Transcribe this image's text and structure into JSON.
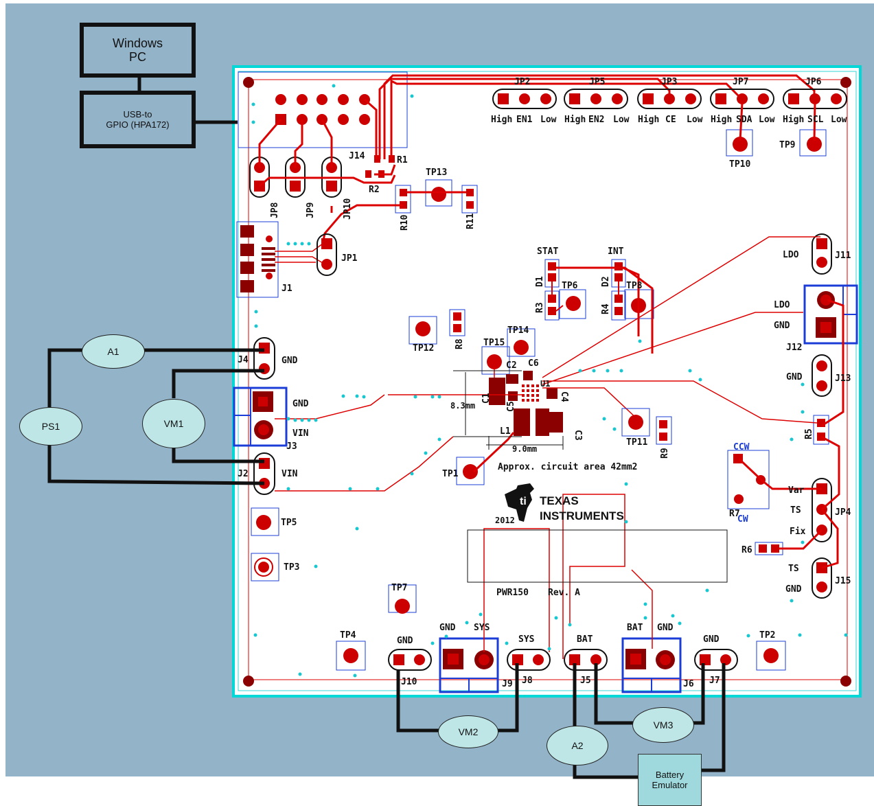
{
  "blocks": {
    "pc": {
      "line1": "Windows",
      "line2": "PC"
    },
    "usb": {
      "line1": "USB-to",
      "line2": "GPIO (HPA172)"
    },
    "battery": {
      "line1": "Battery",
      "line2": "Emulator"
    }
  },
  "instruments": {
    "a1": "A1",
    "ps1": "PS1",
    "vm1": "VM1",
    "vm2": "VM2",
    "vm3": "VM3",
    "a2": "A2"
  },
  "board": {
    "jumpers_top": {
      "jp2": {
        "name": "JP2",
        "left": "High",
        "mid": "EN1",
        "right": "Low"
      },
      "jp5": {
        "name": "JP5",
        "left": "High",
        "mid": "EN2",
        "right": "Low"
      },
      "jp3": {
        "name": "JP3",
        "left": "High",
        "mid": "CE",
        "right": "Low"
      },
      "jp7": {
        "name": "JP7",
        "left": "High",
        "mid": "SDA",
        "right": "Low"
      },
      "jp6": {
        "name": "JP6",
        "left": "High",
        "mid": "SCL",
        "right": "Low"
      }
    },
    "refs": {
      "tp10": "TP10",
      "tp9": "TP9",
      "j14": "J14",
      "r1": "R1",
      "r2": "R2",
      "tp13": "TP13",
      "jp8": "JP8",
      "jp9": "JP9",
      "jp10": "JP10",
      "r10": "R10",
      "r11": "R11",
      "jp1": "JP1",
      "j1": "J1",
      "stat": "STAT",
      "int": "INT",
      "d1": "D1",
      "d2": "D2",
      "tp6": "TP6",
      "tp8": "TP8",
      "r3": "R3",
      "r4": "R4",
      "ldo": "LDO",
      "j11": "J11",
      "j12_ldo": "LDO",
      "j12_gnd": "GND",
      "j12": "J12",
      "j13_gnd": "GND",
      "j13": "J13",
      "tp12": "TP12",
      "r8": "R8",
      "tp14": "TP14",
      "tp15": "TP15",
      "c1": "C1",
      "c2": "C2",
      "c3": "C3",
      "c4": "C4",
      "c5": "C5",
      "c6": "C6",
      "u1": "U1",
      "l1": "L1",
      "dim_h": "8.3mm",
      "dim_w": "9.0mm",
      "area": "Approx. circuit area 42mm2",
      "tp11": "TP11",
      "r9": "R9",
      "r5": "R5",
      "j4": "J4",
      "j4_gnd": "GND",
      "j3": "J3",
      "j3_gnd": "GND",
      "j3_vin": "VIN",
      "j2": "J2",
      "j2_vin": "VIN",
      "tp1": "TP1",
      "ccw": "CCW",
      "cw": "CW",
      "r7": "R7",
      "var": "Var",
      "ts": "TS",
      "fix": "Fix",
      "jp4": "JP4",
      "r6": "R6",
      "j15_ts": "TS",
      "j15_gnd": "GND",
      "j15": "J15",
      "tp5": "TP5",
      "tp3": "TP3",
      "tp7": "TP7",
      "tp4": "TP4",
      "tp2": "TP2",
      "year": "2012",
      "ti_1": "Texas",
      "ti_2": "Instruments",
      "pwr": "PWR150",
      "rev": "Rev. A",
      "j10_gnd": "GND",
      "j10": "J10",
      "j9_gnd": "GND",
      "j9_sys": "SYS",
      "j9": "J9",
      "j8_sys": "SYS",
      "j8": "J8",
      "j5_bat": "BAT",
      "j5": "J5",
      "j6_bat": "BAT",
      "j6_gnd": "GND",
      "j6": "J6",
      "j7_gnd": "GND",
      "j7": "J7"
    }
  },
  "colors": {
    "background": "#93b3c9",
    "board": "#ffffff",
    "copper": "#cc0000",
    "pad_dark": "#990000",
    "instrument": "#bfe6e6",
    "outline": "#1b3cd6"
  }
}
